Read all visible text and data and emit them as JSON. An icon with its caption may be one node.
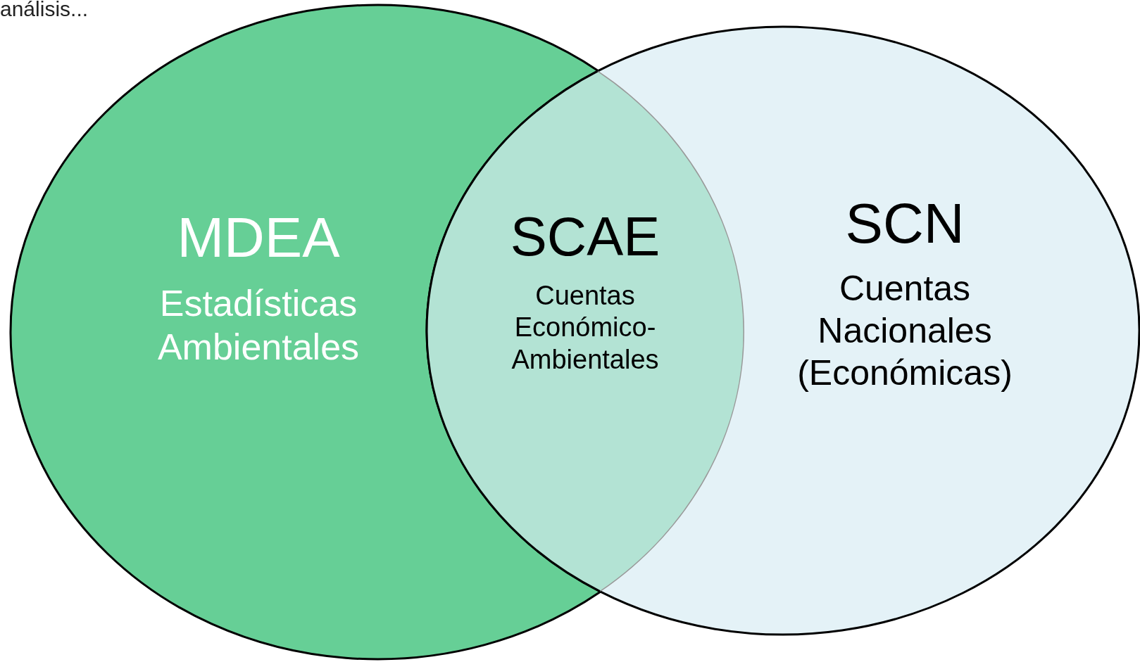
{
  "diagram": {
    "nodes": [
      {
        "text": [
          "MDEA",
          "Estadísticas Ambientales"
        ]
      },
      {
        "text": [
          "SCAE",
          "Cuentas Económico-Ambientales"
        ]
      },
      {
        "text": [
          "SCN",
          "Cuentas Nacionales (Económicas)"
        ]
      }
    ],
    "edges": [],
    "labels": [
      "análisis..."
    ]
  }
}
